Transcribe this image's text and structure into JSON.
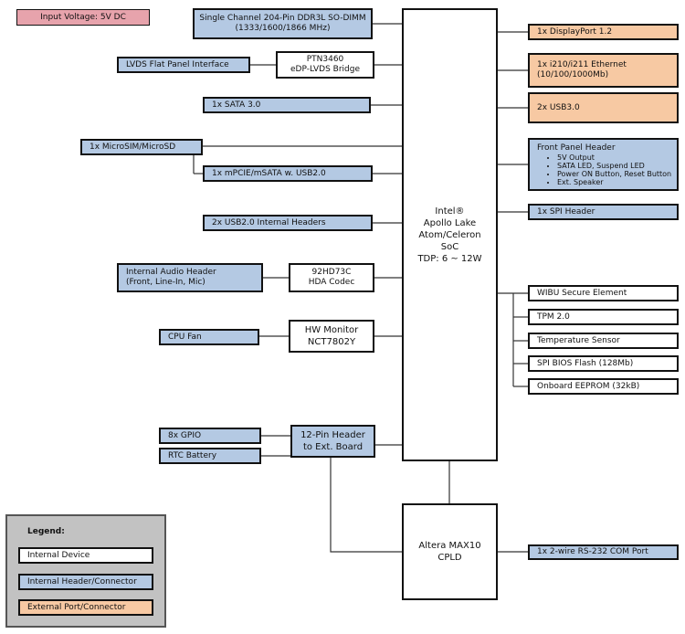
{
  "input_voltage": "Input Voltage: 5V DC",
  "left": {
    "dimm": {
      "line1": "Single Channel 204-Pin DDR3L SO-DIMM",
      "line2": "(1333/1600/1866 MHz)"
    },
    "lvds": "LVDS Flat Panel Interface",
    "ptn": {
      "line1": "PTN3460",
      "line2": "eDP-LVDS Bridge"
    },
    "sata": "1x SATA 3.0",
    "microsim": "1x MicroSIM/MicroSD",
    "mpcie": "1x mPCIE/mSATA w. USB2.0",
    "usb2": "2x USB2.0 Internal Headers",
    "audio_header": {
      "line1": "Internal Audio Header",
      "line2": "(Front, Line-In, Mic)"
    },
    "codec": {
      "line1": "92HD73C",
      "line2": "HDA Codec"
    },
    "cpu_fan": "CPU Fan",
    "hwmon": {
      "line1": "HW Monitor",
      "line2": "NCT7802Y"
    },
    "gpio": "8x GPIO",
    "rtc": "RTC Battery",
    "pin_header": {
      "line1": "12-Pin Header",
      "line2": "to Ext. Board"
    }
  },
  "soc": {
    "lines": [
      "Intel®",
      "Apollo Lake",
      "Atom/Celeron",
      "SoC",
      "TDP: 6 ~ 12W"
    ]
  },
  "cpld": {
    "line1": "Altera MAX10",
    "line2": "CPLD"
  },
  "right": {
    "displayport": "1x DisplayPort 1.2",
    "ethernet": {
      "line1": "1x i210/i211 Ethernet",
      "line2": "(10/100/1000Mb)"
    },
    "usb3": "2x USB3.0",
    "front_panel": {
      "title": "Front Panel Header",
      "items": [
        "5V Output",
        "SATA LED, Suspend LED",
        "Power ON Button, Reset Button",
        "Ext. Speaker"
      ]
    },
    "spi_header": "1x SPI Header",
    "wibu": "WIBU Secure Element",
    "tpm": "TPM 2.0",
    "temp": "Temperature Sensor",
    "spi_flash": "SPI BIOS Flash (128Mb)",
    "eeprom": "Onboard EEPROM (32kB)",
    "rs232": "1x 2-wire RS-232 COM Port"
  },
  "legend": {
    "title": "Legend:",
    "internal_device": "Internal Device",
    "internal_header": "Internal Header/Connector",
    "external_port": "External Port/Connector"
  },
  "colors": {
    "internal_device": "#ffffff",
    "internal_header": "#b4c9e3",
    "external_port": "#f7c9a3",
    "power": "#e7a3ac",
    "legend_bg": "#c2c2c2"
  }
}
